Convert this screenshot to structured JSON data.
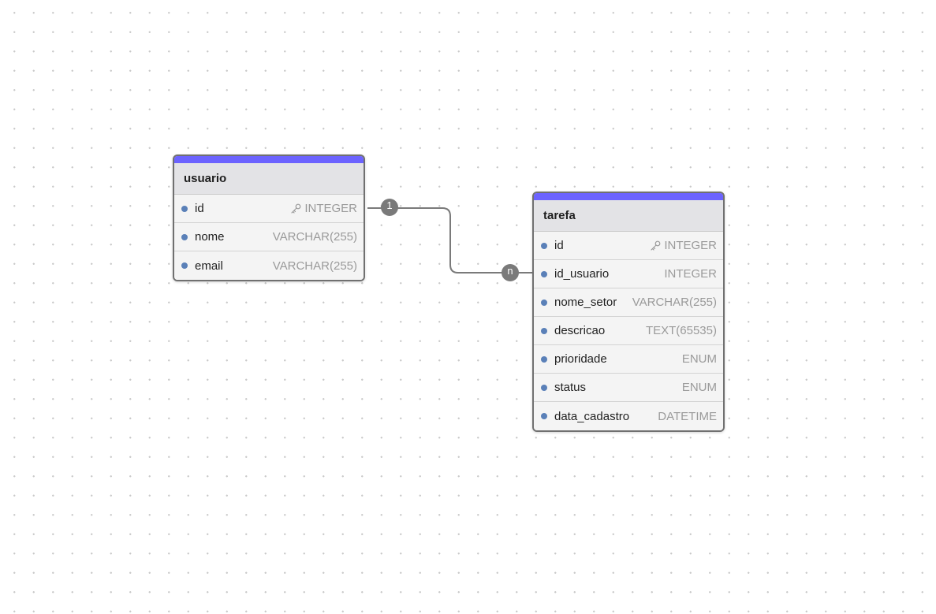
{
  "tables": [
    {
      "name": "usuario",
      "fields": [
        {
          "name": "id",
          "type": "INTEGER",
          "primary_key": true
        },
        {
          "name": "nome",
          "type": "VARCHAR(255)",
          "primary_key": false
        },
        {
          "name": "email",
          "type": "VARCHAR(255)",
          "primary_key": false
        }
      ]
    },
    {
      "name": "tarefa",
      "fields": [
        {
          "name": "id",
          "type": "INTEGER",
          "primary_key": true
        },
        {
          "name": "id_usuario",
          "type": "INTEGER",
          "primary_key": false
        },
        {
          "name": "nome_setor",
          "type": "VARCHAR(255)",
          "primary_key": false
        },
        {
          "name": "descricao",
          "type": "TEXT(65535)",
          "primary_key": false
        },
        {
          "name": "prioridade",
          "type": "ENUM",
          "primary_key": false
        },
        {
          "name": "status",
          "type": "ENUM",
          "primary_key": false
        },
        {
          "name": "data_cadastro",
          "type": "DATETIME",
          "primary_key": false
        }
      ]
    }
  ],
  "relationship": {
    "from_table": "usuario",
    "from_field": "id",
    "to_table": "tarefa",
    "to_field": "id_usuario",
    "from_cardinality": "1",
    "to_cardinality": "n"
  },
  "colors": {
    "table_accent": "#6c63ff",
    "field_dot": "#5a80b8",
    "connector": "#7a7a7a"
  },
  "icons": {
    "primary_key": "key-icon"
  }
}
